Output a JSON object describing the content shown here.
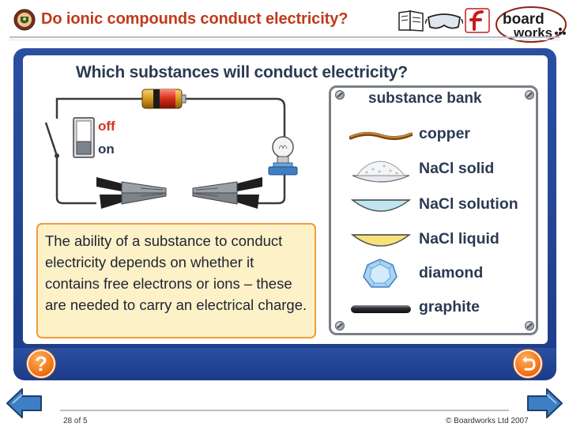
{
  "header": {
    "title": "Do ionic compounds conduct electricity?",
    "icons": [
      "school-crest-icon",
      "notebook-icon",
      "goggles-icon",
      "flash-icon"
    ],
    "brand_line1": "board",
    "brand_line2": "works"
  },
  "slide": {
    "question": "Which substances will conduct electricity?",
    "switch": {
      "off_label": "off",
      "on_label": "on",
      "state": "off"
    },
    "info_text": "The ability of a substance to conduct electricity depends on whether it contains free electrons or ions – these are needed to carry an electrical charge."
  },
  "bank": {
    "title": "substance bank",
    "items": [
      {
        "label": "copper",
        "icon": "copper-wire-icon"
      },
      {
        "label": "NaCl solid",
        "icon": "salt-pile-icon"
      },
      {
        "label": "NaCl solution",
        "icon": "solution-dish-icon"
      },
      {
        "label": "NaCl liquid",
        "icon": "molten-salt-dish-icon"
      },
      {
        "label": "diamond",
        "icon": "diamond-icon"
      },
      {
        "label": "graphite",
        "icon": "graphite-rod-icon"
      }
    ]
  },
  "controls": {
    "help_label": "?",
    "reset_icon": "reset-arrow-icon"
  },
  "footer": {
    "page": "28 of 5",
    "copyright": "© Boardworks Ltd 2007"
  },
  "colors": {
    "frame_blue": "#2a4fa0",
    "title_red": "#c03a1a",
    "accent_orange": "#f06c10",
    "info_fill": "#fdf1c8",
    "info_border": "#f09b3a",
    "text_dark": "#2b3a52"
  }
}
